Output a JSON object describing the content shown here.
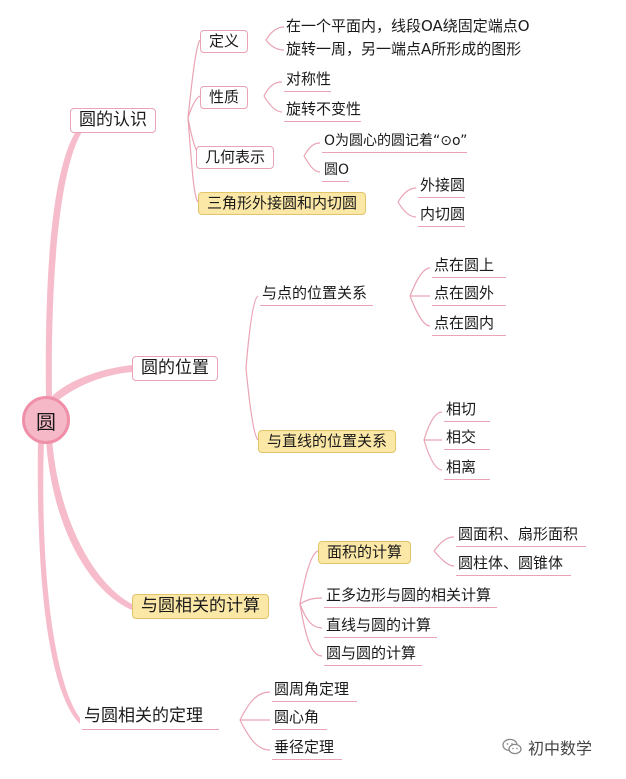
{
  "root": "圆",
  "b1": {
    "label": "圆的认识",
    "def": {
      "label": "定义",
      "line1": "在一个平面内，线段OA绕固定端点O",
      "line2": "旋转一周，另一端点A所形成的图形"
    },
    "prop": {
      "label": "性质",
      "items": [
        "对称性",
        "旋转不变性"
      ]
    },
    "geo": {
      "label": "几何表示",
      "items": [
        "O为圆心的圆记着“⊙o”",
        "圆O"
      ]
    },
    "tri": {
      "label": "三角形外接圆和内切圆",
      "items": [
        "外接圆",
        "内切圆"
      ]
    }
  },
  "b2": {
    "label": "圆的位置",
    "point": {
      "label": "与点的位置关系",
      "items": [
        "点在圆上",
        "点在圆外",
        "点在圆内"
      ]
    },
    "line": {
      "label": "与直线的位置关系",
      "items": [
        "相切",
        "相交",
        "相离"
      ]
    }
  },
  "b3": {
    "label": "与圆相关的计算",
    "area": {
      "label": "面积的计算",
      "items": [
        "圆面积、扇形面积",
        "圆柱体、圆锥体"
      ]
    },
    "items": [
      "正多边形与圆的相关计算",
      "直线与圆的计算",
      "圆与圆的计算"
    ]
  },
  "b4": {
    "label": "与圆相关的定理",
    "items": [
      "圆周角定理",
      "圆心角",
      "垂径定理"
    ]
  },
  "watermark": {
    "text": "初中数学",
    "icon": "wechat-icon"
  },
  "colors": {
    "branch": "#f4b6c4",
    "line": "#e9a3b4",
    "highlight": "#fbe7a6"
  }
}
